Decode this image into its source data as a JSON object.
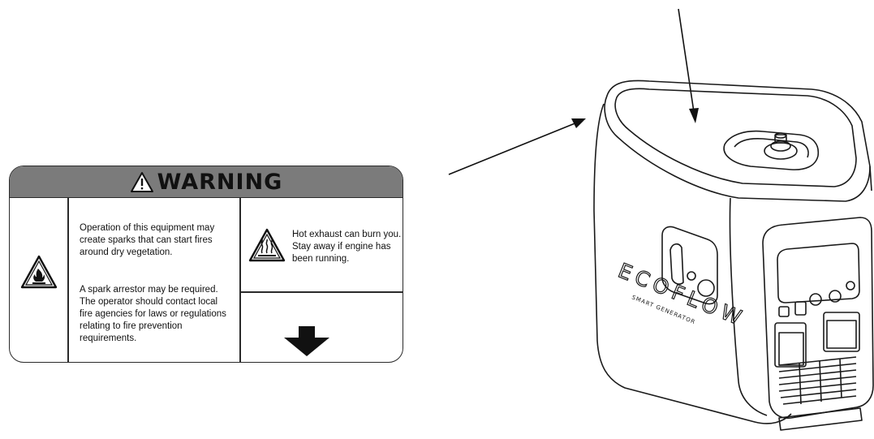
{
  "warning_label": {
    "title": "WARNING",
    "fire_text": "Operation of this equipment may\ncreate sparks that can start fires\naround dry vegetation.",
    "arrestor_text": "A spark arrestor may be required.\nThe operator should contact local\nfire agencies for laws or regulations\nrelating to fire prevention\nrequirements.",
    "exhaust_text": "Hot exhaust can burn you.\nStay away if engine has\nbeen running.",
    "icons": [
      "warning-triangle",
      "flammable",
      "hot-surface",
      "down-arrow"
    ],
    "header_color": "#7b7b7b"
  },
  "generator": {
    "brand": "ECOFLOW",
    "subtitle": "SMART GENERATOR"
  }
}
